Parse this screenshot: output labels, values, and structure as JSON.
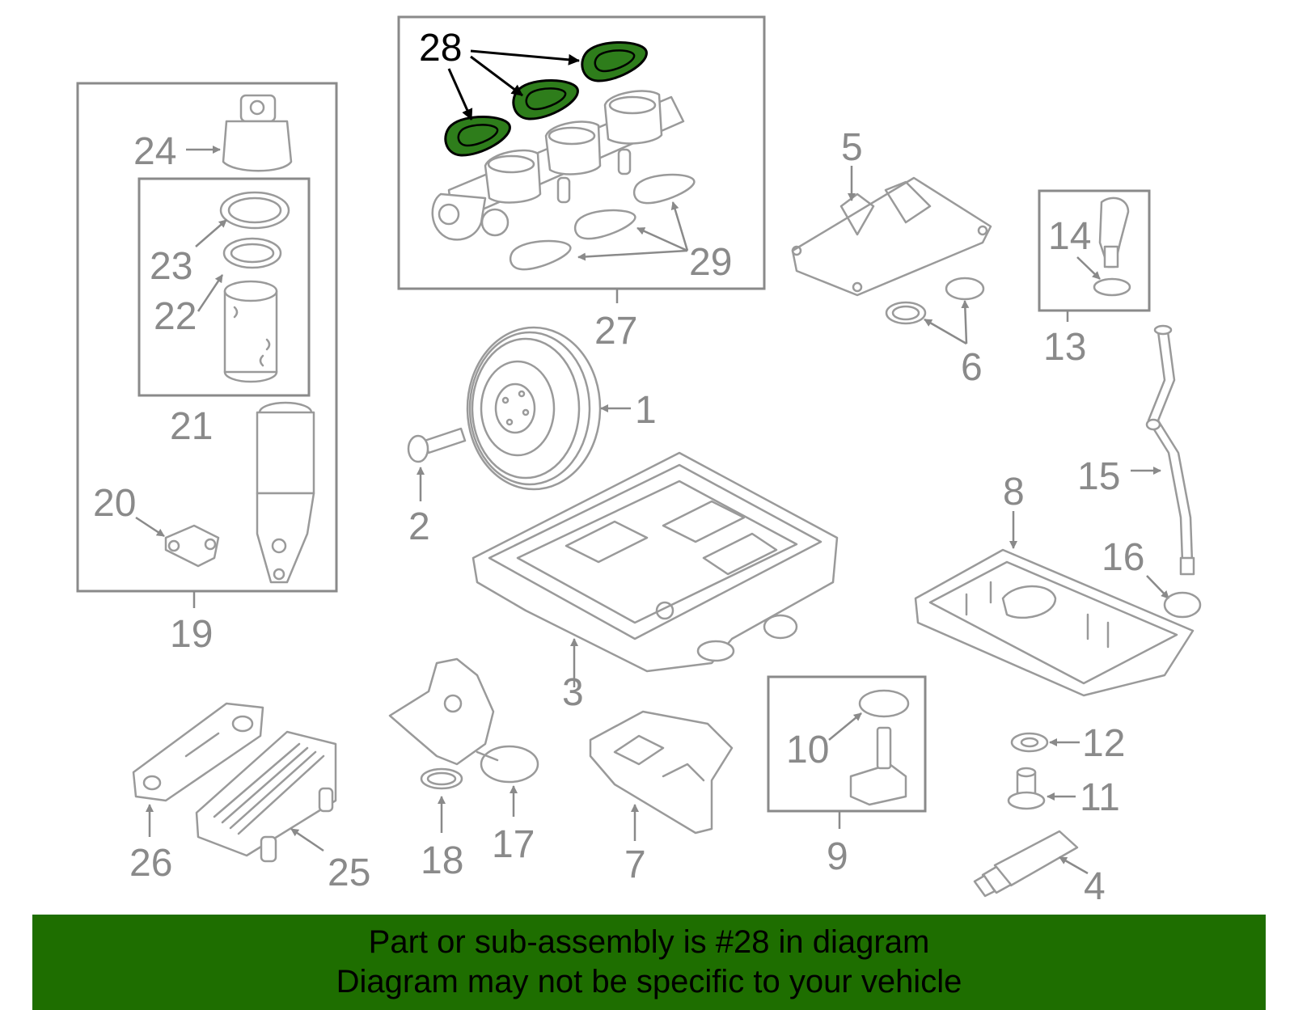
{
  "callouts": {
    "c1": "1",
    "c2": "2",
    "c3": "3",
    "c4": "4",
    "c5": "5",
    "c6": "6",
    "c7": "7",
    "c8": "8",
    "c9": "9",
    "c10": "10",
    "c11": "11",
    "c12": "12",
    "c13": "13",
    "c14": "14",
    "c15": "15",
    "c16": "16",
    "c17": "17",
    "c18": "18",
    "c19": "19",
    "c20": "20",
    "c21": "21",
    "c22": "22",
    "c23": "23",
    "c24": "24",
    "c25": "25",
    "c26": "26",
    "c27": "27",
    "c28": "28",
    "c29": "29"
  },
  "highlight": {
    "part": "28",
    "color": "#2e7d1b"
  },
  "banner": {
    "line1": "Part or sub-assembly is #28 in diagram",
    "line2": "Diagram may not be specific to your vehicle",
    "background": "#1e6e00"
  }
}
